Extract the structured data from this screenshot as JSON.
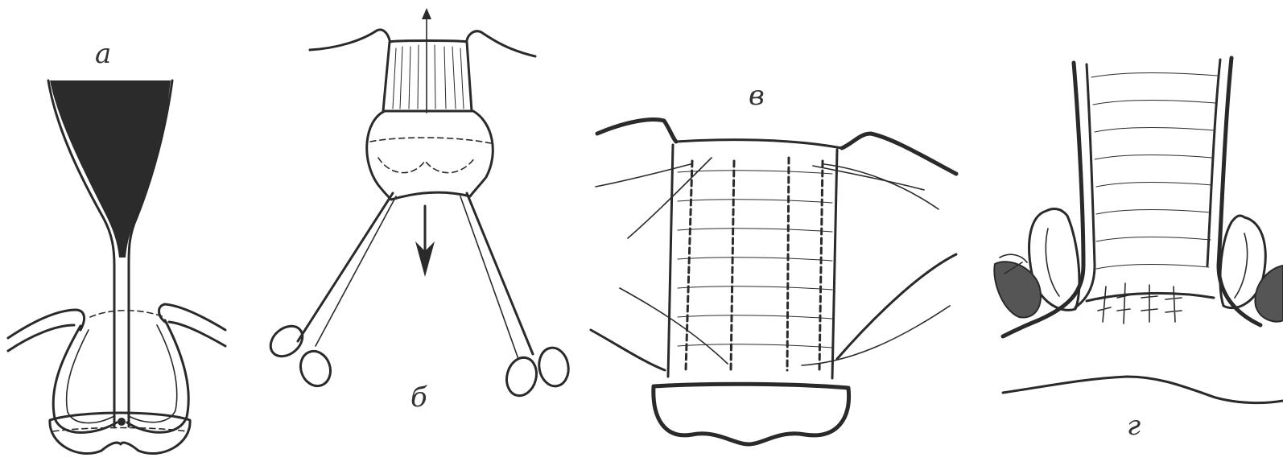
{
  "figure": {
    "panels": [
      {
        "id": "a",
        "label": "а"
      },
      {
        "id": "b",
        "label": "б"
      },
      {
        "id": "v",
        "label": "в"
      },
      {
        "id": "g",
        "label": "г"
      }
    ]
  },
  "colors": {
    "ink": "#2a2a2a",
    "background": "#ffffff",
    "dark_fill": "#2b2b2b"
  }
}
